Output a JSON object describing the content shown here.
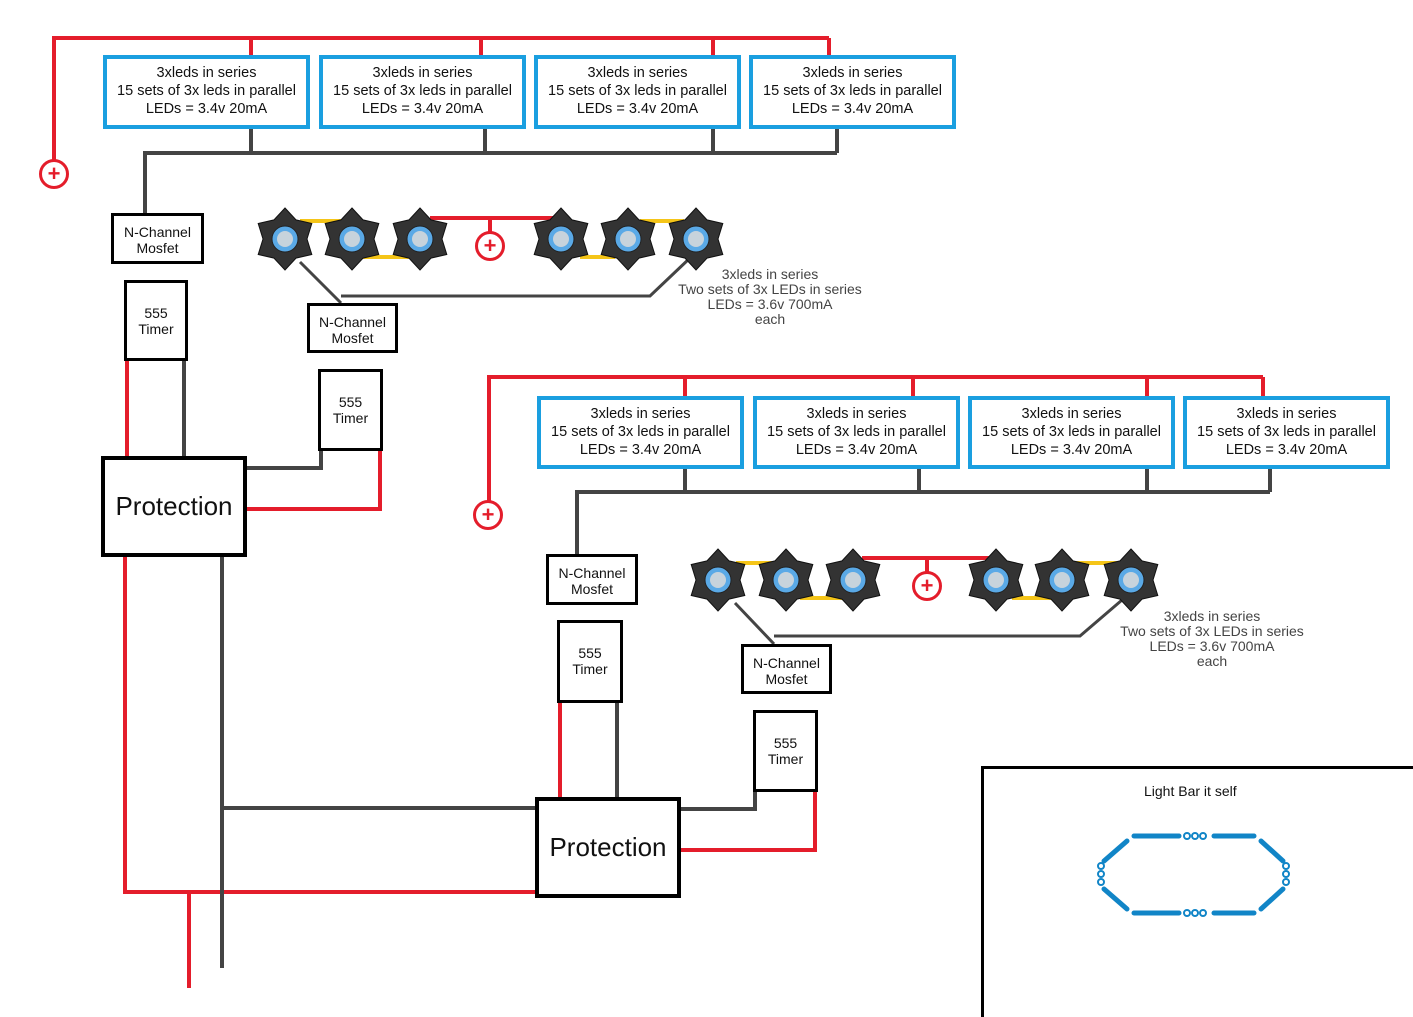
{
  "led_group_label": {
    "line1": "3xleds in series",
    "line2": "15 sets of 3x leds in parallel",
    "line3": "LEDs = 3.4v 20mA"
  },
  "mosfet_label": {
    "line1": "N-Channel",
    "line2": "Mosfet"
  },
  "timer_label": {
    "line1": "555",
    "line2": "Timer"
  },
  "protection_label": "Protection",
  "plus_symbol": "+",
  "power_led_note": {
    "line1": "3xleds in series",
    "line2": "Two sets of 3x LEDs in series",
    "line3": "LEDs = 3.6v 700mA",
    "line4": "each"
  },
  "light_bar_title": "Light Bar it self",
  "colors": {
    "positive_wire": "#e41d2b",
    "ground_wire": "#444444",
    "led_group_border": "#1a9fe0",
    "led_link": "#f5c518",
    "led_star": "#333333",
    "led_lens": "#5aa9e6",
    "light_bar": "#1185c7"
  }
}
